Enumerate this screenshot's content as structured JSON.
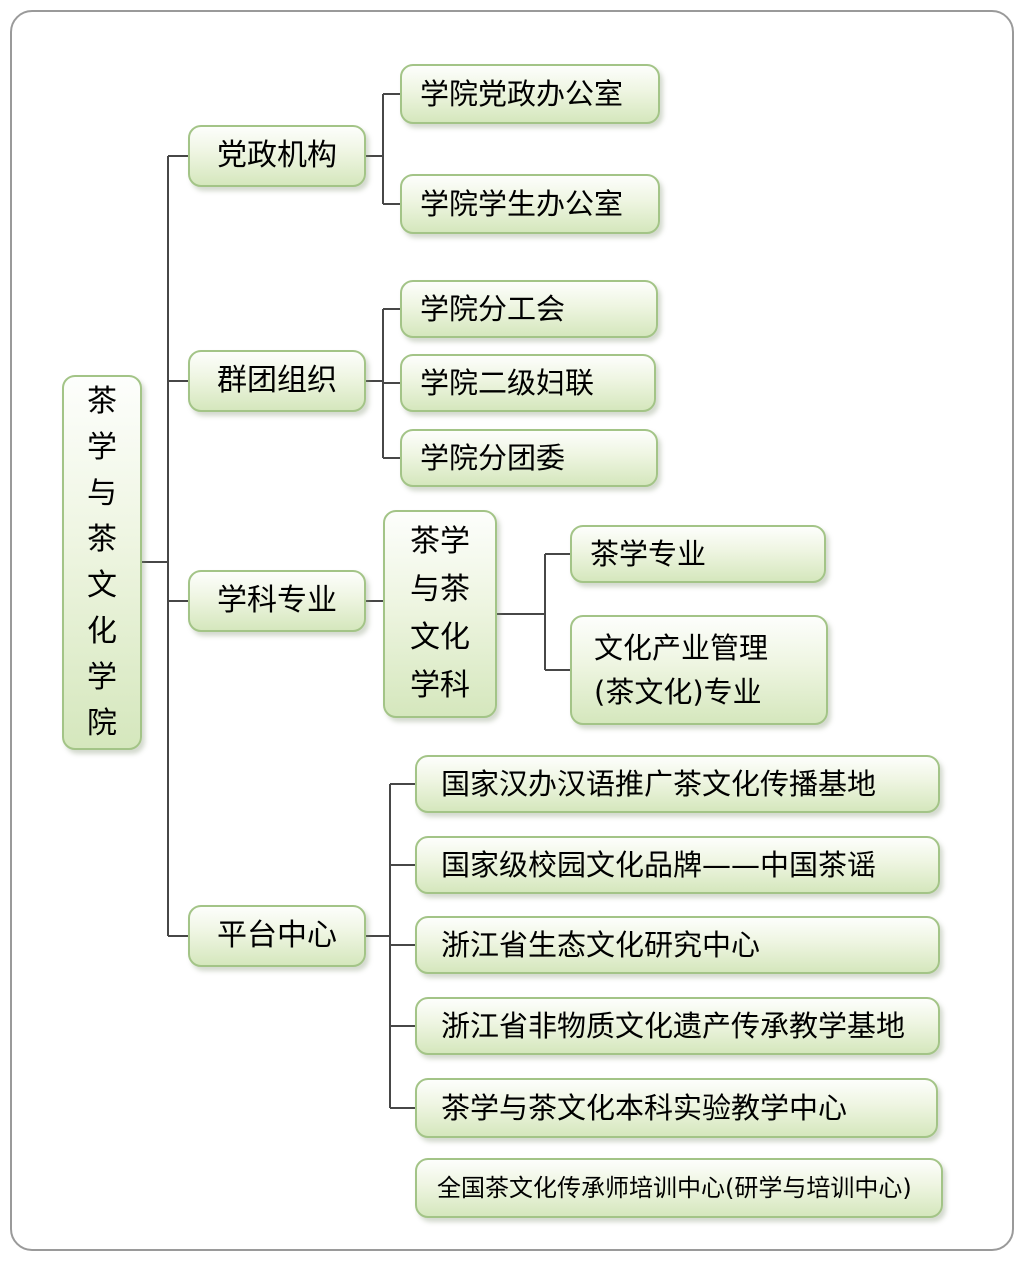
{
  "root": {
    "label": "茶学与茶文化学院"
  },
  "branches": [
    {
      "label": "党政机构",
      "children": [
        {
          "label": "学院党政办公室"
        },
        {
          "label": "学院学生办公室"
        }
      ]
    },
    {
      "label": "群团组织",
      "children": [
        {
          "label": "学院分工会"
        },
        {
          "label": "学院二级妇联"
        },
        {
          "label": "学院分团委"
        }
      ]
    },
    {
      "label": "学科专业",
      "children": [
        {
          "label": "茶学与茶文化学科",
          "children": [
            {
              "label": "茶学专业"
            },
            {
              "label": "文化产业管理(茶文化)专业"
            }
          ]
        }
      ]
    },
    {
      "label": "平台中心",
      "children": [
        {
          "label": "国家汉办汉语推广茶文化传播基地"
        },
        {
          "label": "国家级校园文化品牌——中国茶谣"
        },
        {
          "label": "浙江省生态文化研究中心"
        },
        {
          "label": "浙江省非物质文化遗产传承教学基地"
        },
        {
          "label": "茶学与茶文化本科实验教学中心"
        }
      ]
    }
  ],
  "standalone": [
    {
      "label": "全国茶文化传承师培训中心(研学与培训中心)"
    }
  ],
  "colors": {
    "node_border": "#a3c487",
    "node_fill_top": "#fdfefc",
    "node_fill_bottom": "#d5e7bd",
    "connector_line": "#474747",
    "frame_border": "#9a9a9a",
    "text": "#000000"
  }
}
